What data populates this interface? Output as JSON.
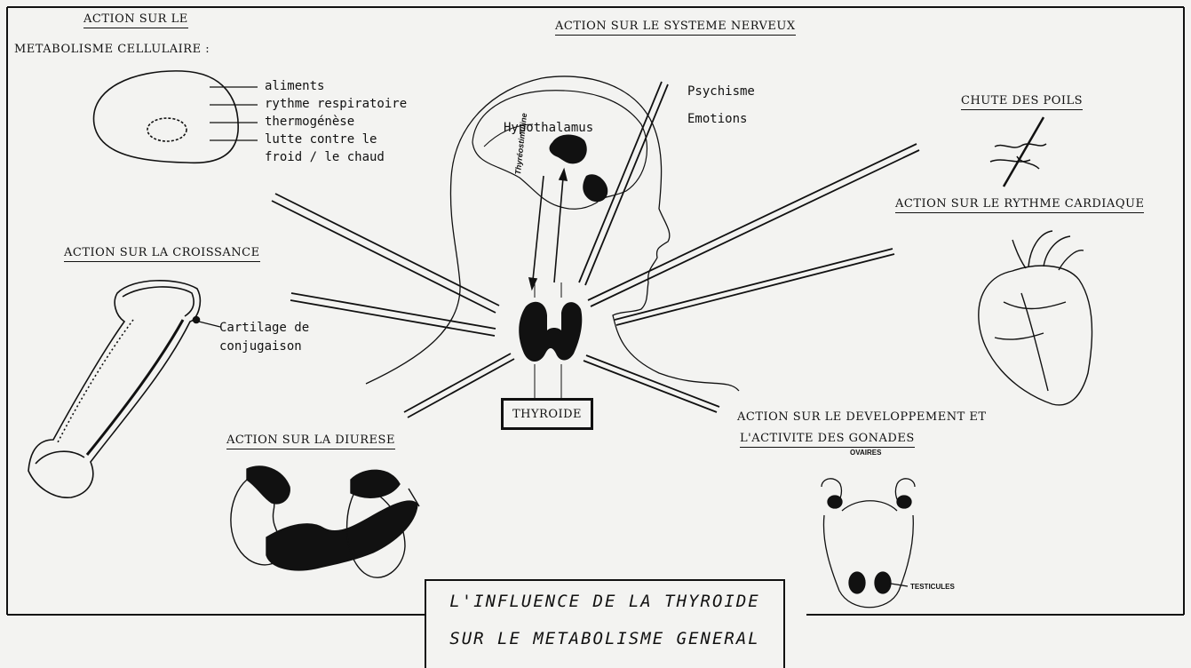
{
  "labels": {
    "metabolisme_line1": "ACTION SUR LE",
    "metabolisme_line2": "METABOLISME  CELLULAIRE :",
    "nerveux": "ACTION SUR LE SYSTEME NERVEUX",
    "poils": "CHUTE DES POILS",
    "cardiaque": "ACTION SUR LE RYTHME CARDIAQUE",
    "croissance": "ACTION SUR LA CROISSANCE",
    "diurese": "ACTION SUR LA DIURESE",
    "gonades_line1": "ACTION SUR LE DEVELOPPEMENT ET",
    "gonades_line2": "L'ACTIVITE DES GONADES"
  },
  "cell_items": [
    "aliments",
    "rythme respiratoire",
    "thermogénèse",
    "lutte contre le",
    "froid / le chaud"
  ],
  "brain": {
    "hypothalamus": "Hypothalamus",
    "psychisme": "Psychisme",
    "emotions": "Emotions",
    "thyreostimuline": "Thyréostimuline"
  },
  "bone": {
    "cartilage_line1": "Cartilage de",
    "cartilage_line2": "conjugaison"
  },
  "gonads": {
    "ovaires": "OVAIRES",
    "testicules": "TESTICULES"
  },
  "center": {
    "thyroide": "THYROIDE"
  },
  "title": {
    "line1": "L'INFLUENCE DE LA THYROIDE",
    "line2": "SUR LE METABOLISME GENERAL"
  }
}
